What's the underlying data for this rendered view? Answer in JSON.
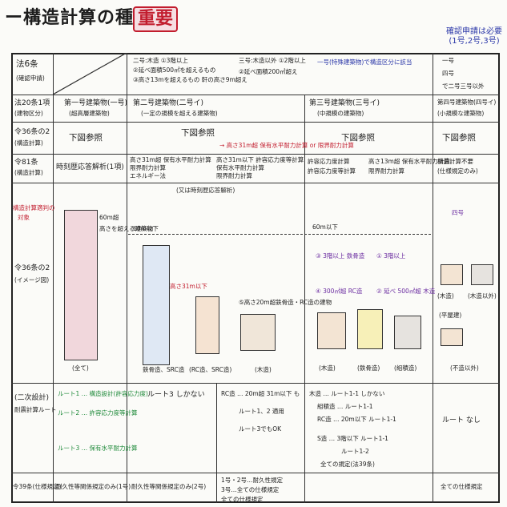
{
  "header": {
    "title": "ー構造計算の種別ー",
    "badge": "重要",
    "note_line1": "確認申請は必要",
    "note_line2": "(1号,2号,3号)"
  },
  "rows": {
    "r1": {
      "label": "法6条",
      "sub": "(確認申請)"
    },
    "r2": {
      "label": "法20条1項",
      "sub": "(建物区分)"
    },
    "r3": {
      "label": "令36条の2",
      "sub": "(構造計算)"
    },
    "r4": {
      "label": "令81条",
      "sub": "(構造計算)"
    },
    "r5": {
      "label": "令36条の2",
      "sub": "(イメージ図)"
    },
    "r6": {
      "label": "(二次設計)",
      "sub": "耐震計算ルート"
    },
    "r7": {
      "label": "令39条(仕様規定)"
    }
  },
  "r1": {
    "col2": [
      "二号:木造 ①3階以上",
      "②延べ面積500㎡を超えるもの",
      "③高さ13mを超えるもの 軒の高さ9m超え"
    ],
    "col3": [
      "三号:木造以外 ①2階以上",
      "②延べ面積200㎡超え"
    ],
    "col3_note": "一号(特殊建築物)で構造区分に該当",
    "col5": [
      "一号",
      "四号",
      "で二号三号以外"
    ]
  },
  "r2": {
    "c1": [
      "第一号建築物(一号)",
      "(超高層建築物)"
    ],
    "c2": [
      "第二号建築物(二号イ)",
      "(一定の規模を超える建築物)"
    ],
    "c3": [
      "第三号建築物(三号イ)",
      "(中規模の建築物)"
    ],
    "c4": [
      "第四号建築物(四号イ)",
      "(小規模な建築物)"
    ]
  },
  "r3": {
    "c1": "下図参照",
    "c2": "下図参照",
    "c2_note": "→ 高さ31m超 保有水平耐力計算 or 限界耐力計算",
    "c3": "下図参照",
    "c4": "下図参照"
  },
  "r4": {
    "c1": "時刻歴応答解析(1項)",
    "c2": [
      "高さ31m超 保有水平耐力計算",
      "限界耐力計算",
      "エネルギー法"
    ],
    "c2b": [
      "高さ31m以下 許容応力度等計算",
      "保有水平耐力計算",
      "限界耐力計算"
    ],
    "c3": [
      "許容応力度計算",
      "許容応力度等計算"
    ],
    "c3b": [
      "高さ13m超 保有水平耐力計算",
      "限界耐力計算"
    ],
    "c4": [
      "構造計算不要",
      "(仕様規定のみ)"
    ]
  },
  "r5": {
    "left_red": [
      "構造計算適判の",
      "対象"
    ],
    "note": "(又は時刻歴応答解析)",
    "c1_h": "60m超",
    "c1_h2": "高さを超える建築物",
    "c1_caption": "(全て)",
    "c2_h": "60m以下",
    "c2_red": "高さ31m以下",
    "c2_caption": "⑤高さ20m超鉄骨造・RC造の建物",
    "c2_cap1": "鉄骨造、SRC造",
    "c2_cap2": "(RC造、SRC造)",
    "c2_cap3": "(木造)",
    "c3_h": "60m以下",
    "c3_notes": [
      "③ 3階以上 鉄骨造",
      "① 3階以上",
      "④ 300㎡超 RC造",
      "② 延べ 500㎡超 木造"
    ],
    "c3_caps": [
      "(木造)",
      "(鉄骨造)",
      "(組積造)"
    ],
    "c4_tag": "四号",
    "c4_caps": [
      "(木造)",
      "(木造以外)",
      "(平屋建)",
      "(不造以外)"
    ]
  },
  "r6": {
    "c0": [
      "ルート1 … 構造設計(許容応力度)",
      "ルート2 … 許容応力度等計算",
      "ルート3 … 保有水平耐力計算"
    ],
    "c1": "ルート3 しかない",
    "c2": [
      "RC造 … 20m超 31m以下 も",
      "ルート1、2 適用",
      "ルート3でもOK"
    ],
    "c3": [
      "木造 … ルート1-1 しかない",
      "組積造 … ルート1-1",
      "RC造 … 20m以下 ルート1-1",
      "S造 … 3階以下 ルート1-1",
      "ルート1-2",
      "全ての規定(法39条)"
    ],
    "c4": "ルート なし"
  },
  "r7": {
    "c1": "耐久性等関係規定のみ(1号)",
    "c2": "耐久性等関係規定のみ(2号)",
    "c3": [
      "1号・2号…耐久性規定",
      "3号…全ての仕様規定",
      "全ての仕様規定"
    ],
    "c4": "全ての仕様規定"
  }
}
